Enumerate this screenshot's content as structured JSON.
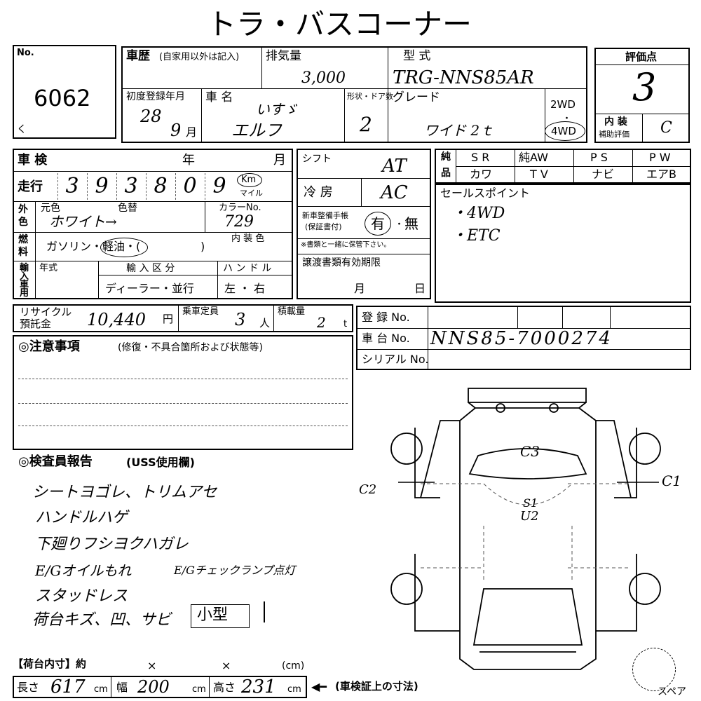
{
  "title": "トラ・バスコーナー",
  "lot": {
    "label": "No.",
    "number": "6062",
    "mark": "く"
  },
  "history": {
    "label": "車歴",
    "note": "(自家用以外は記入)"
  },
  "displacement": {
    "label": "排気量",
    "value": "3,000"
  },
  "model": {
    "label": "型 式",
    "value": "TRG-NNS85AR"
  },
  "grade_score": {
    "label": "評価点",
    "value": "3"
  },
  "first_reg": {
    "label": "初度登録年月",
    "year": "28",
    "month": "9",
    "month_unit": "月"
  },
  "car_name": {
    "label": "車 名",
    "maker": "いすゞ",
    "name": "エルフ"
  },
  "doors": {
    "label": "形状・ドア数",
    "value": "2"
  },
  "grade": {
    "label": "グレード",
    "value": "ワイド 2ｔ"
  },
  "drive": {
    "opt1": "2WD",
    "opt2": "4WD"
  },
  "interior": {
    "label1": "内 装",
    "label2": "補助評価",
    "value": "C"
  },
  "shaken": {
    "label": "車 検",
    "year_unit": "年",
    "month_unit": "月"
  },
  "mileage": {
    "label": "走行",
    "digits": [
      "3",
      "9",
      "3",
      "8",
      "0",
      "9"
    ],
    "unit_km": "Km",
    "unit_mile": "マイル"
  },
  "color": {
    "label1": "外",
    "label2": "色",
    "orig_label": "元色",
    "change_label": "色替",
    "orig_value": "ホワイト→",
    "code_label": "カラーNo.",
    "code_value": "729"
  },
  "fuel": {
    "label1": "燃",
    "label2": "料",
    "options": "ガソリン・軽油・(",
    "close": ")",
    "interior_color_label": "内 装 色"
  },
  "import": {
    "label": "輸入車用",
    "year_label": "年式",
    "type_label": "輸 入 区 分",
    "type_value": "ディーラー・並行",
    "handle_label": "ハ ン ド ル",
    "handle_value": "左 ・ 右"
  },
  "recycle": {
    "label1": "リサイクル",
    "label2": "預託金",
    "value": "10,440",
    "unit": "円"
  },
  "capacity": {
    "label": "乗車定員",
    "value": "3",
    "unit": "人"
  },
  "load": {
    "label": "積載量",
    "value": "2",
    "unit": "t"
  },
  "shift": {
    "label": "シフト",
    "value": "AT"
  },
  "aircon": {
    "label": "冷 房",
    "value": "AC"
  },
  "manual": {
    "label1": "新車整備手帳",
    "label2": "(保証書付)",
    "yes": "有",
    "no": "無",
    "note": "※書類と一緒に保管下さい。"
  },
  "transfer": {
    "label": "譲渡書類有効期限",
    "month_unit": "月",
    "day_unit": "日"
  },
  "equipment": {
    "label1": "純",
    "label2": "品",
    "row1": [
      "S R",
      "純AW",
      "P S",
      "P W"
    ],
    "row2": [
      "カワ",
      "T V",
      "ナビ",
      "エアB"
    ]
  },
  "sales": {
    "label": "セールスポイント",
    "points": [
      "・4WD",
      "・ETC"
    ]
  },
  "registration": {
    "reg_label": "登 録 No.",
    "chassis_label": "車 台 No.",
    "chassis_value": "NNS85-7000274",
    "serial_label": "シリアル No."
  },
  "caution": {
    "label": "◎注意事項",
    "note": "(修復・不具合箇所および状態等)"
  },
  "inspector": {
    "label": "◎検査員報告",
    "note": "(USS使用欄)",
    "lines": [
      "シートヨゴレ、トリムアセ",
      "ハンドルハゲ",
      "下廻りフシヨクハガレ",
      "E/Gオイルもれ",
      "E/Gチェックランプ点灯",
      "スタッドレス",
      "荷台キズ、凹、サビ",
      "小型"
    ]
  },
  "diagram": {
    "c1": "C1",
    "c2": "C2",
    "c3": "C3",
    "s1": "S1",
    "u2": "U2",
    "spare": "スペア"
  },
  "dimensions": {
    "header_label": "【荷台内寸】約",
    "times": "×",
    "cm_paren": "(cm)",
    "length_label": "長さ",
    "length_value": "617",
    "width_label": "幅",
    "width_value": "200",
    "height_label": "高さ",
    "height_value": "231",
    "unit": "cm",
    "note": "(車検証上の寸法)"
  }
}
